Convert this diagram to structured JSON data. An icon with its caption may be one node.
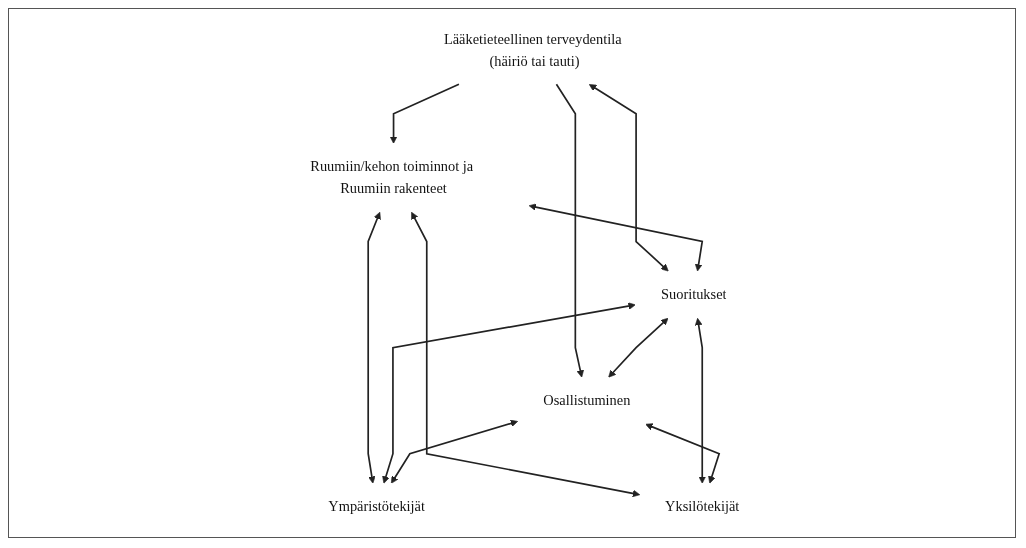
{
  "diagram": {
    "nodes": [
      {
        "text": [
          "Lääketieteellinen terveydentila (häiriö tai tauti)"
        ]
      },
      {
        "text": [
          "Ruumiin/kehon toiminnot ja Ruumiin rakenteet"
        ]
      },
      {
        "text": [
          "Suoritukset"
        ]
      },
      {
        "text": [
          "Osallistuminen"
        ]
      },
      {
        "text": [
          "Ympäristötekijät"
        ]
      },
      {
        "text": [
          "Yksilötekijät"
        ]
      }
    ],
    "edges": [
      {
        "from": 0,
        "to": 2,
        "arrow": "both"
      },
      {
        "from": 0,
        "to": 1,
        "arrow": "to"
      },
      {
        "from": 0,
        "to": 3,
        "arrow": "to"
      },
      {
        "from": 1,
        "to": 2,
        "arrow": "both"
      },
      {
        "from": 2,
        "to": 3,
        "arrow": "both"
      },
      {
        "from": 1,
        "to": 4,
        "arrow": "both"
      },
      {
        "from": 2,
        "to": 4,
        "arrow": "both"
      },
      {
        "from": 3,
        "to": 4,
        "arrow": "both"
      },
      {
        "from": 1,
        "to": 5,
        "arrow": "both"
      },
      {
        "from": 2,
        "to": 5,
        "arrow": "both"
      },
      {
        "from": 3,
        "to": 5,
        "arrow": "both"
      }
    ]
  }
}
